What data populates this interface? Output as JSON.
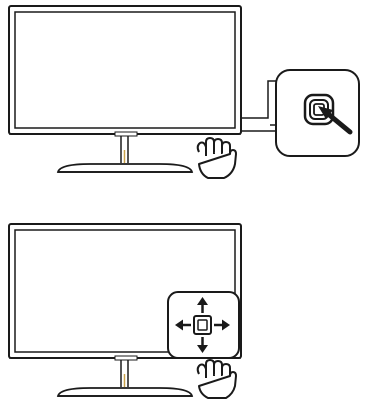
{
  "illustrations": [
    {
      "id": "power-press",
      "subject": "monitor",
      "callout_icon": "joystick-press-icon",
      "gesture": "hand-pointing-icon"
    },
    {
      "id": "joystick-navigate",
      "subject": "monitor",
      "callout_icon": "joystick-directions-icon",
      "directions": [
        "up",
        "down",
        "left",
        "right"
      ],
      "gesture": "hand-pointing-icon"
    }
  ],
  "colors": {
    "line": "#1a1a1a",
    "accent": "#c9a24b",
    "background": "#ffffff"
  }
}
